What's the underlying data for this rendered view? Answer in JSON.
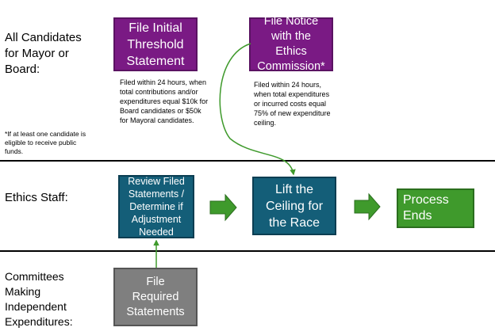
{
  "lanes": {
    "candidates": "All Candidates for Mayor or Board:",
    "staff": "Ethics Staff:",
    "committees": "Committees Making Independent Expenditures:"
  },
  "boxes": {
    "initial_threshold": "File Initial Threshold Statement",
    "notice": "File Notice with the Ethics Commission*",
    "review": "Review Filed Statements / Determine if Adjustment Needed",
    "lift": "Lift the Ceiling for the Race",
    "process_ends": "Process Ends",
    "file_required": "File Required Statements"
  },
  "notes": {
    "initial_threshold": "Filed within 24 hours, when total contributions and/or expenditures equal $10k for Board candidates or $50k for Mayoral candidates.",
    "notice": "Filed within 24 hours, when total expenditures or incurred costs equal 75% of new expenditure ceiling.",
    "footnote": "*If at least one candidate is eligible to receive public funds."
  },
  "colors": {
    "purple": "#7a1a84",
    "teal": "#145e78",
    "green": "#3f9a2c",
    "gray": "#7f7f7f"
  }
}
